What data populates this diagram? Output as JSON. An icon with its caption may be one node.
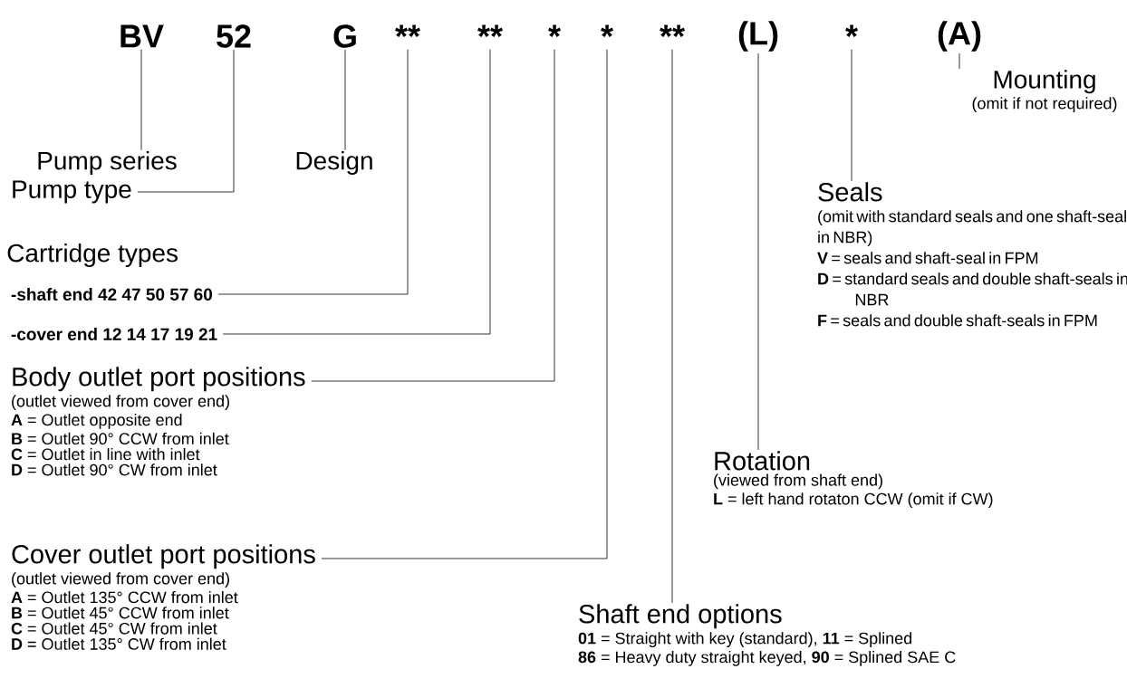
{
  "diagram": {
    "nodes": [
      {
        "text": [
          "BV"
        ]
      },
      {
        "text": [
          "52"
        ]
      },
      {
        "text": [
          "G"
        ]
      },
      {
        "text": [
          "**"
        ]
      },
      {
        "text": [
          "**"
        ]
      },
      {
        "text": [
          "*"
        ]
      },
      {
        "text": [
          "*"
        ]
      },
      {
        "text": [
          "**"
        ]
      },
      {
        "text": [
          "(L)"
        ]
      },
      {
        "text": [
          "*"
        ]
      },
      {
        "text": [
          "(A)"
        ]
      },
      {
        "text": [
          "Pump series"
        ]
      },
      {
        "text": [
          "Design"
        ]
      },
      {
        "text": [
          "Mounting",
          "(omit if not required)"
        ]
      },
      {
        "text": [
          "Pump type"
        ]
      },
      {
        "text": [
          "-shaft end 42 47 50 57 60"
        ]
      },
      {
        "text": [
          "-cover end 12 14 17 19 21"
        ]
      },
      {
        "text": [
          "Body outlet port positions",
          "(outlet viewed from cover end)",
          "**A** = Outlet opposite end",
          "**B** = Outlet 90° CCW from inlet",
          "**C** = Outlet in line with inlet",
          "**D** = Outlet 90° CW from inlet"
        ]
      },
      {
        "text": [
          "Cover outlet port positions",
          "(outlet viewed from cover end)",
          "**A** = Outlet 135° CCW from inlet",
          "**B** = Outlet 45° CCW from inlet",
          "**C** = Outlet 45° CW from inlet",
          "**D** = Outlet 135° CW from inlet"
        ]
      },
      {
        "text": [
          "Shaft end options",
          "**01** = Straight with key (standard), **11** = Splined",
          "**86** = Heavy duty straight keyed, **90** = Splined SAE C"
        ]
      },
      {
        "text": [
          "Rotation",
          "(viewed from shaft end)",
          "**L** = left hand rotaton CCW (omit if CW)"
        ]
      },
      {
        "text": [
          "Seals",
          "(omit with standard seals and one shaft-seal in NBR)",
          "**V** = seals and shaft-seal in FPM",
          "**D** = standard seals and double shaft-seals in NBR",
          "**F** = seals and double shaft-seals in FPM"
        ]
      }
    ],
    "edges": [
      {
        "from": 0,
        "to": 11,
        "arrow": "none"
      },
      {
        "from": 1,
        "to": 14,
        "arrow": "none"
      },
      {
        "from": 2,
        "to": 12,
        "arrow": "none"
      },
      {
        "from": 3,
        "to": 15,
        "arrow": "none"
      },
      {
        "from": 4,
        "to": 16,
        "arrow": "none"
      },
      {
        "from": 5,
        "to": 17,
        "arrow": "none"
      },
      {
        "from": 6,
        "to": 18,
        "arrow": "none"
      },
      {
        "from": 7,
        "to": 19,
        "arrow": "none"
      },
      {
        "from": 8,
        "to": 20,
        "arrow": "none"
      },
      {
        "from": 9,
        "to": 21,
        "arrow": "none"
      },
      {
        "from": 10,
        "to": 13,
        "arrow": "none"
      }
    ],
    "labels": [
      "Cartridge types"
    ]
  }
}
